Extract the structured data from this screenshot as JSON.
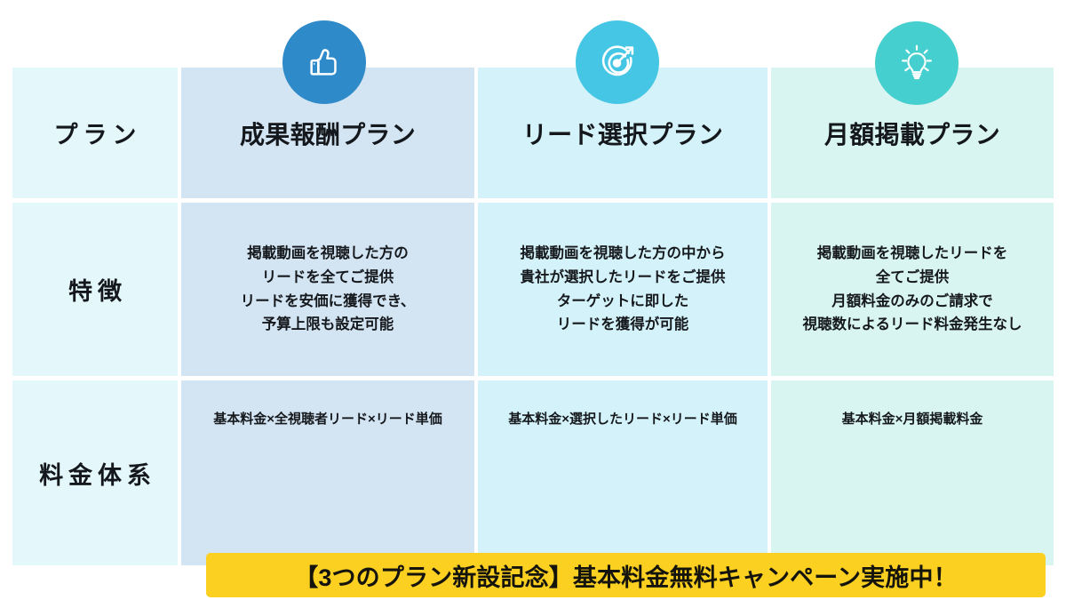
{
  "table": {
    "row_labels": [
      {
        "id": "plan",
        "label": "プラン"
      },
      {
        "id": "feature",
        "label": "特徴"
      },
      {
        "id": "pricing",
        "label": "料金体系"
      }
    ],
    "plans": [
      {
        "id": "performance",
        "title": "成果報酬プラン",
        "icon": "thumbs-up-icon",
        "icon_color": "#2e8ac8",
        "column_color": "#d3e4f2",
        "feature": "掲載動画を視聴した方の\nリードを全てご提供\nリードを安価に獲得でき、\n予算上限も設定可能",
        "pricing": "基本料金×全視聴者リード×リード単価"
      },
      {
        "id": "lead-select",
        "title": "リード選択プラン",
        "icon": "target-arrow-icon",
        "icon_color": "#44c6e4",
        "column_color": "#d4f2f9",
        "feature": "掲載動画を視聴した方の中から\n貴社が選択したリードをご提供\nターゲットに即した\nリードを獲得が可能",
        "pricing": "基本料金×選択したリード×リード単価"
      },
      {
        "id": "monthly",
        "title": "月額掲載プラン",
        "icon": "lightbulb-icon",
        "icon_color": "#45cfce",
        "column_color": "#d9f5f1",
        "feature": "掲載動画を視聴したリードを\n全てご提供\n月額料金のみのご請求で\n視聴数によるリード料金発生なし",
        "pricing": "基本料金×月額掲載料金"
      }
    ],
    "label_column_color": "#e4f7fa"
  },
  "campaign": {
    "text": "【3つのプラン新設記念】基本料金無料キャンペーン実施中！",
    "background_color": "#fbd020",
    "text_color": "#15140c"
  }
}
